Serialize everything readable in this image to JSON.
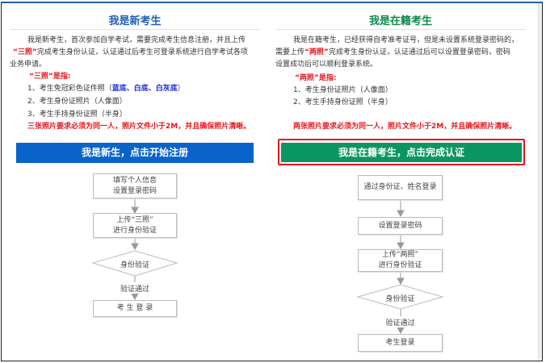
{
  "new_student": {
    "title": "我是新考生",
    "intro_1": "我是新考生，首次参加自学考试，需要完成考生信息注册，并且上传",
    "intro_2_red": "“三照”",
    "intro_2": "完成考生身份认证，认证通过后考生可登录系统进行自学考试各项",
    "intro_3": "业务申请。",
    "photos_heading": "“三照”是指:",
    "item_1": "1、考生免冠彩色证件照（",
    "item_1_blue": "蓝底、白底、白灰底",
    "item_1_end": "）",
    "item_2": "2、考生身份证照片（人像面）",
    "item_3": "3、考生手持身份证照（半身）",
    "warning": "三张照片要求必须为同一人，照片文件小于2M，并且确保照片清晰。",
    "button": "我是新生，点击开始注册",
    "flow": {
      "step_1a": "填写个人信息",
      "step_1b": "设置登录密码",
      "step_2a": "上传“三照”",
      "step_2b": "进行身份验证",
      "decision": "身份验证",
      "pass": "验证通过",
      "final": "考 生 登 录"
    }
  },
  "enrolled_student": {
    "title": "我是在籍考生",
    "intro_1": "我是在籍考生，已经获得自考准考证号，但是未设置系统登录密码的，",
    "intro_2a": "需要上传",
    "intro_2_red": "“两照”",
    "intro_2": "完成考生身份认证，认证通过后可以设置登录密码，密码",
    "intro_3": "设置成功后可以顺利登录系统。",
    "photos_heading": "“两照”是指:",
    "item_1": "1、考生身份证照片（人像面）",
    "item_2": "2、考生手持身份证照（半身）",
    "warning": "两张照片要求必须为同一人，照片文件小于2M，并且确保照片清晰。",
    "button": "我是在籍考生，点击完成认证",
    "flow": {
      "step_1": "通过身份证、姓名登录",
      "step_2": "设置登录密码",
      "step_3a": "上传“两照”",
      "step_3b": "进行身份验证",
      "decision": "身份验证",
      "pass": "验证通过",
      "final": "考生登录"
    }
  },
  "colors": {
    "blue_button": "#0a63c9",
    "green_button": "#0b9563",
    "highlight": "#e8141c",
    "title_blue": "#1f5fb8",
    "title_green": "#0f8a4f"
  }
}
